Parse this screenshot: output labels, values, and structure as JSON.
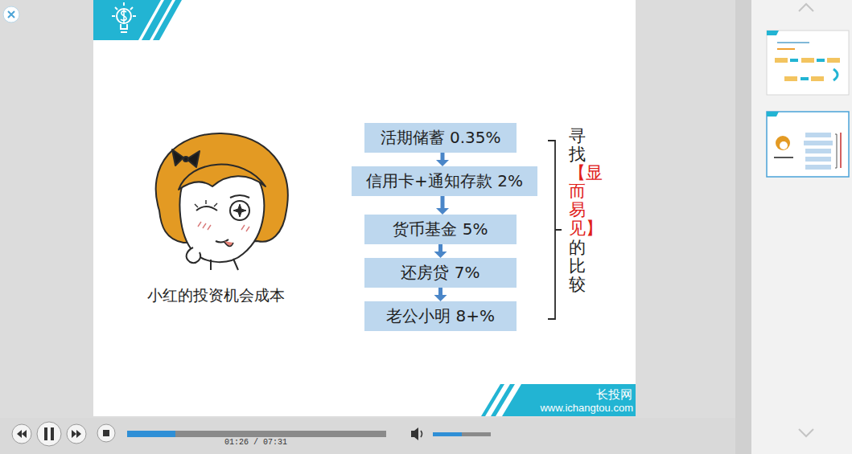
{
  "diagram": {
    "nodes": [
      {
        "text": [
          "活期储蓄 0.35%"
        ]
      },
      {
        "text": [
          "信用卡+通知存款 2%"
        ]
      },
      {
        "text": [
          "货币基金 5%"
        ]
      },
      {
        "text": [
          "还房贷 7%"
        ]
      },
      {
        "text": [
          "老公小明 8+%"
        ]
      }
    ],
    "edges": [
      {
        "from": 0,
        "to": 1,
        "arrow": "to"
      },
      {
        "from": 1,
        "to": 2,
        "arrow": "to"
      },
      {
        "from": 2,
        "to": 3,
        "arrow": "to"
      },
      {
        "from": 3,
        "to": 4,
        "arrow": "to"
      }
    ],
    "labels": [
      "小红的投资机会成本",
      "寻找",
      "【显而易见】",
      "的比较",
      "长投网",
      "www.ichangtou.com",
      "01:26 / 07:31"
    ]
  }
}
